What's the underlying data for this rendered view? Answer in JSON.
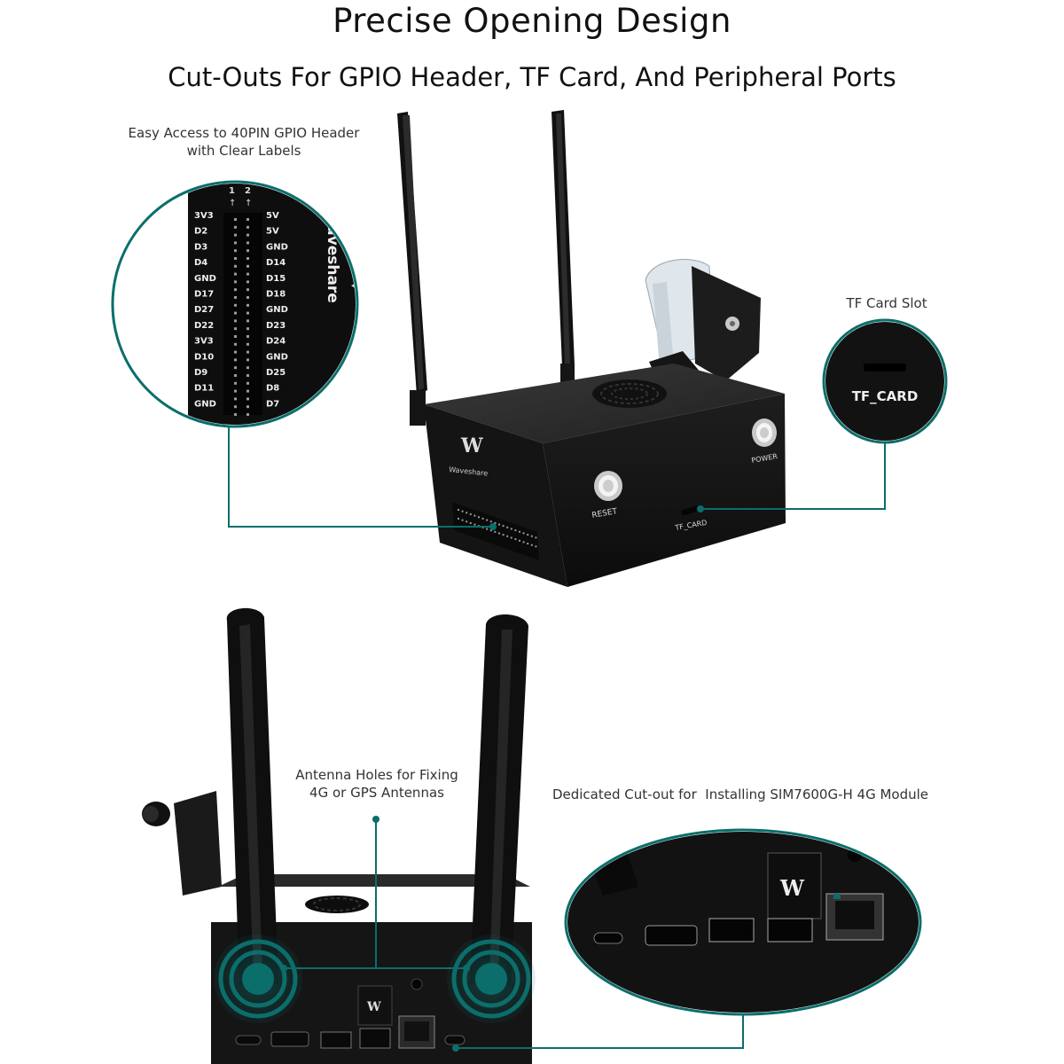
{
  "header": {
    "title": "Precise Opening Design",
    "subtitle": "Cut-Outs For GPIO Header, TF Card, And Peripheral Ports"
  },
  "callouts": {
    "gpio_line1": "Easy Access to 40PIN GPIO Header",
    "gpio_line2": "with Clear Labels",
    "tf_slot": "TF Card Slot",
    "antenna_line1": "Antenna Holes for Fixing",
    "antenna_line2": "4G or GPS Antennas",
    "sim_module": "Dedicated Cut-out for  Installing SIM7600G-H 4G Module"
  },
  "gpio_zoom": {
    "pin_numbers": [
      "1",
      "2"
    ],
    "left_labels": [
      "3V3",
      "D2",
      "D3",
      "D4",
      "GND",
      "D17",
      "D27",
      "D22",
      "3V3",
      "D10",
      "D9",
      "D11",
      "GND"
    ],
    "right_labels": [
      "5V",
      "5V",
      "GND",
      "D14",
      "D15",
      "D18",
      "GND",
      "D23",
      "D24",
      "GND",
      "D25",
      "D8",
      "D7"
    ],
    "brand": "Waveshare"
  },
  "device": {
    "brand": "Waveshare",
    "reset_label": "RESET",
    "power_label": "POWER",
    "tf_label": "TF_CARD"
  },
  "tf_zoom": {
    "label": "TF_CARD"
  },
  "colors": {
    "accent": "#0b6e6b",
    "case": "#1a1a1a",
    "case_top": "#2a2a2a"
  }
}
